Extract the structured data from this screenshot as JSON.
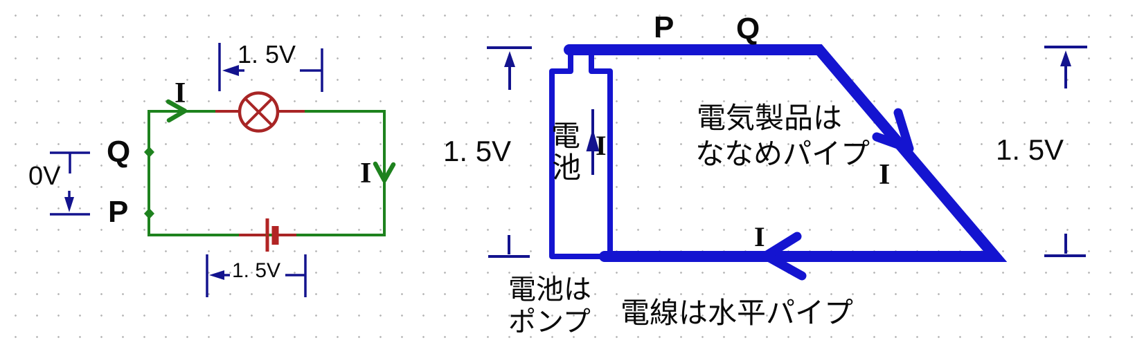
{
  "colors": {
    "wire_green": "#1e821e",
    "component_red": "#a82525",
    "battery_plate_red": "#b22424",
    "dimension_navy": "#13138e",
    "pipe_blue": "#1414d0",
    "text_black": "#0a0a0a",
    "grid_dot_gray": "#b9b9b9"
  },
  "left_circuit": {
    "label_i_top": "I",
    "label_i_right": "I",
    "label_q": "Q",
    "label_p": "P",
    "voltage_q_to_p": "0V",
    "voltage_lamp_top": "1. 5V",
    "voltage_battery_bottom": "1. 5V"
  },
  "right_diagram": {
    "label_p": "P",
    "label_q": "Q",
    "voltage_left": "1. 5V",
    "voltage_right": "1. 5V",
    "battery_char_top": "電",
    "battery_char_bottom": "池",
    "label_i_battery": "I",
    "label_i_diagonal": "I",
    "label_i_bottom": "I",
    "caption_appliance_line1": "電気製品は",
    "caption_appliance_line2": "ななめパイプ",
    "caption_battery_line1": "電池は",
    "caption_battery_line2": "ポンプ",
    "caption_wire": "電線は水平パイプ"
  }
}
